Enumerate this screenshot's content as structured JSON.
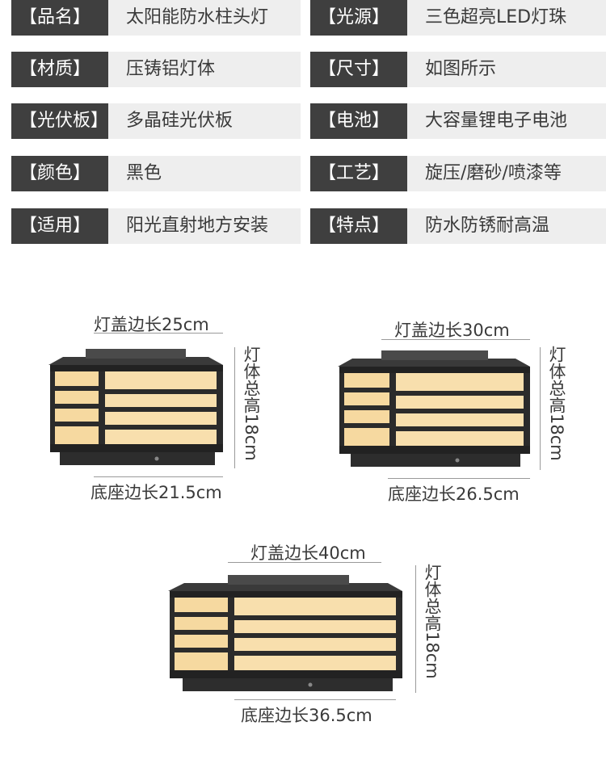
{
  "specs": [
    {
      "left_label": "【品名】",
      "left_value": "太阳能防水柱头灯",
      "right_label": "【光源】",
      "right_value": "三色超亮LED灯珠"
    },
    {
      "left_label": "【材质】",
      "left_value": "压铸铝灯体",
      "right_label": "【尺寸】",
      "right_value": "如图所示"
    },
    {
      "left_label": "【光伏板】",
      "left_value": "多晶硅光伏板",
      "right_label": "【电池】",
      "right_value": "大容量锂电子电池"
    },
    {
      "left_label": "【颜色】",
      "left_value": "黑色",
      "right_label": "【工艺】",
      "right_value": "旋压/磨砂/喷漆等"
    },
    {
      "left_label": "【适用】",
      "left_value": "阳光直射地方安装",
      "right_label": "【特点】",
      "right_value": "防水防锈耐高温"
    }
  ],
  "lamps": [
    {
      "top_label": "灯盖边长25cm",
      "height_label": "灯体总高18cm",
      "base_label": "底座边长21.5cm"
    },
    {
      "top_label": "灯盖边长30cm",
      "height_label": "灯体总高18cm",
      "base_label": "底座边长26.5cm"
    },
    {
      "top_label": "灯盖边长40cm",
      "height_label": "灯体总高18cm",
      "base_label": "底座边长36.5cm"
    }
  ],
  "colors": {
    "label_bg": "#3f3f3f",
    "value_bg": "#eeeeee",
    "lamp_frame": "#2b2b2b",
    "lamp_glow": "#f6d9a0"
  }
}
